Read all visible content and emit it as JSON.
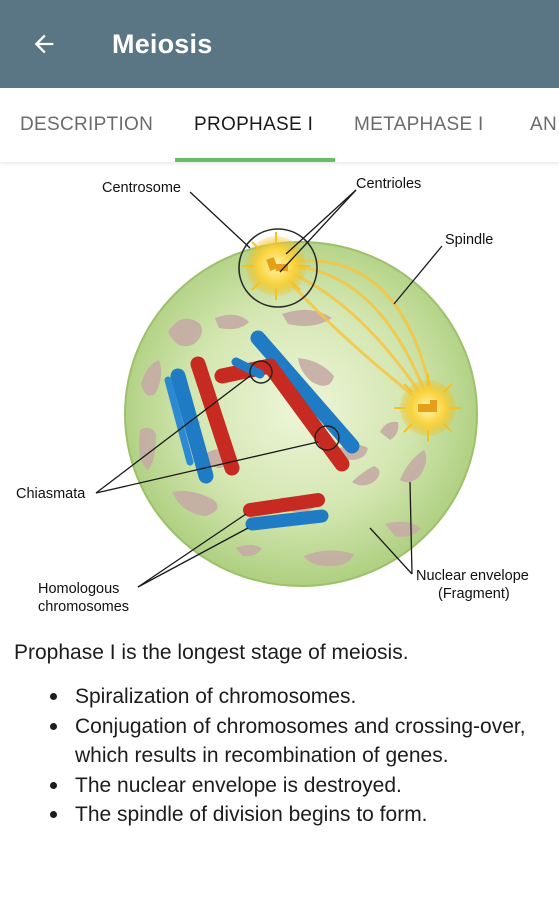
{
  "appbar": {
    "title": "Meiosis",
    "back_icon": "arrow-left-icon",
    "background": "#5a7584"
  },
  "tabs": [
    {
      "label": "DESCRIPTION",
      "active": false
    },
    {
      "label": "PROPHASE I",
      "active": true
    },
    {
      "label": "METAPHASE I",
      "active": false
    },
    {
      "label": "AN",
      "active": false
    }
  ],
  "accent_color": "#4caf50",
  "figure": {
    "labels": {
      "centrosome": "Centrosome",
      "centrioles": "Centrioles",
      "spindle": "Spindle",
      "chiasmata": "Chiasmata",
      "homologous_line1": "Homologous",
      "homologous_line2": "chromosomes",
      "nuclear_line1": "Nuclear envelope",
      "nuclear_line2": "(Fragment)"
    },
    "colors": {
      "cytoplasm": "#b5d48a",
      "chromosome_red": "#c62a21",
      "chromosome_blue": "#1f7cc4",
      "centrosome": "#f6c21c",
      "envelope_fragment": "#c3a8a3"
    }
  },
  "content": {
    "intro": "Prophase I is the longest stage of meiosis.",
    "bullets": [
      "Spiralization of chromosomes.",
      "Conjugation of chromosomes and crossing-over, which results in recombination of genes.",
      "The nuclear envelope is destroyed.",
      "The spindle of division begins to form."
    ]
  }
}
